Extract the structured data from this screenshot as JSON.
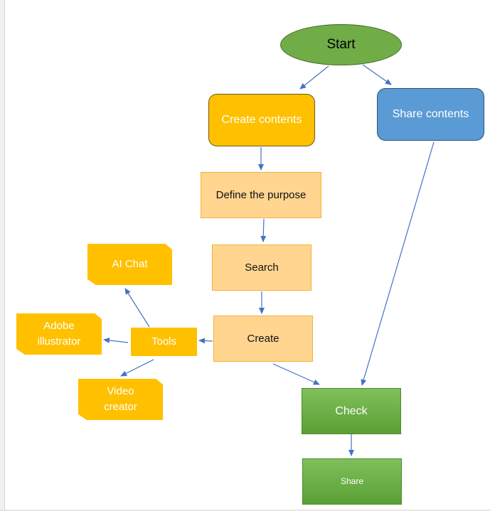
{
  "nodes": {
    "start": "Start",
    "create_contents": "Create contents",
    "share_contents": "Share contents",
    "define_purpose": "Define the purpose",
    "search": "Search",
    "create": "Create",
    "tools": "Tools",
    "ai_chat": "AI Chat",
    "adobe_line1": "Adobe",
    "adobe_line2": "illustrator",
    "video_line1": "Video",
    "video_line2": "creator",
    "check": "Check",
    "share": "Share"
  },
  "colors": {
    "start": "#70ad47",
    "create_contents": "#ffc000",
    "share_contents": "#5b9bd5",
    "process_light": "#ffd590",
    "tool_tags": "#ffc000",
    "check_share": "#70ad47",
    "arrow": "#4472c4"
  }
}
